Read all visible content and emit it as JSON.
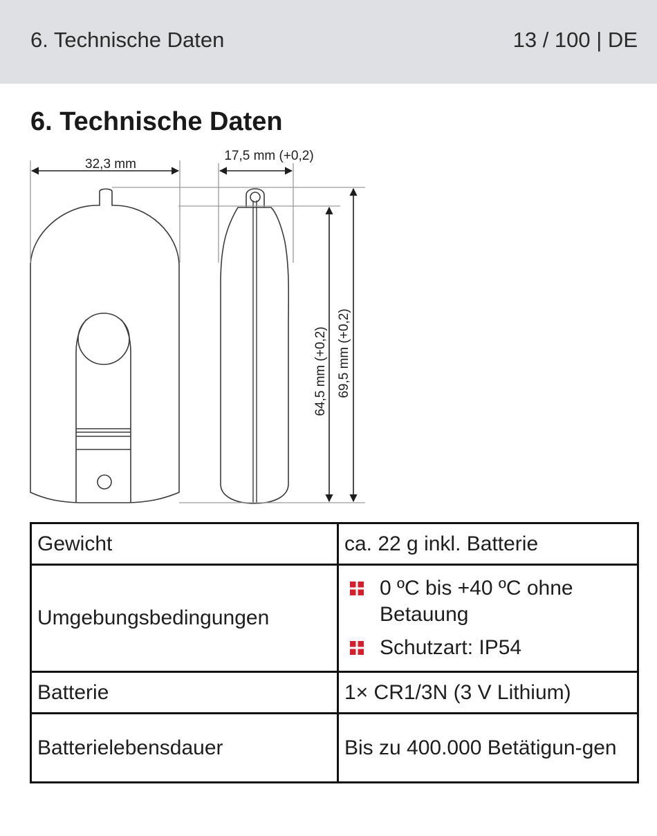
{
  "header": {
    "section": "6. Technische Daten",
    "page": "13 / 100 | DE"
  },
  "title": "6. Technische Daten",
  "drawing": {
    "width_label": "32,3 mm",
    "depth_label": "17,5 mm (+0,2)",
    "height_inner_label": "64,5 mm (+0,2)",
    "height_total_label": "69,5 mm (+0,2)"
  },
  "specs": {
    "rows": [
      {
        "label": "Gewicht",
        "value": "ca. 22 g inkl. Batterie"
      },
      {
        "label": "Umgebungsbedingungen",
        "items": [
          "0 ºC bis +40 ºC ohne Betauung",
          "Schutzart: IP54"
        ]
      },
      {
        "label": "Batterie",
        "value": "1× CR1/3N (3 V Lithium)"
      },
      {
        "label": "Batterielebensdauer",
        "value": "Bis zu 400.000 Betätigun-gen"
      }
    ]
  },
  "colors": {
    "header_bg": "#dfe0e3",
    "bullet": "#d4202c"
  },
  "icons": {
    "bullet": "red-square-bullet-icon"
  }
}
